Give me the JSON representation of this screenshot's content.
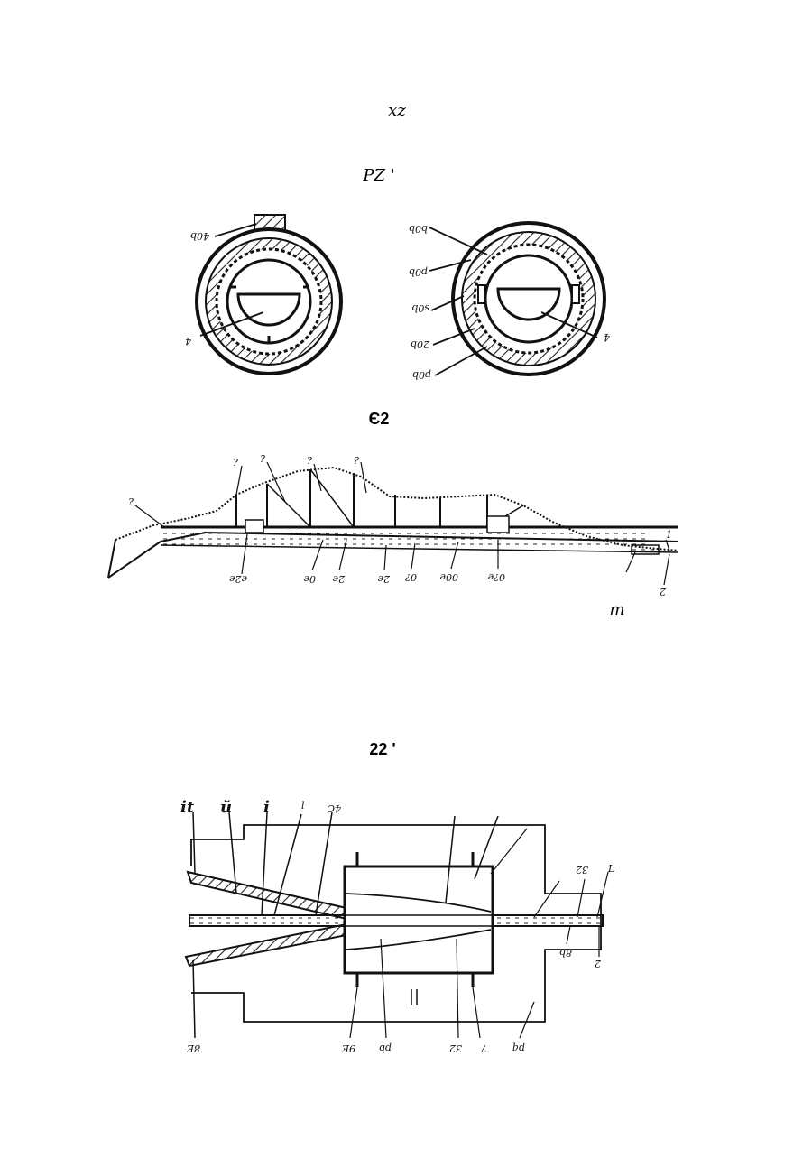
{
  "captions": {
    "top": "xz",
    "fig_top": "PZ '",
    "fig_mid": "Є2",
    "fig_mid_side": "m",
    "fig_bottom": "22 '"
  },
  "cross_sections": {
    "left_labels": [
      "40b",
      "4"
    ],
    "right_labels": [
      "b0b",
      "p0b",
      "s0b",
      "20b",
      "p0b",
      "4"
    ]
  },
  "profile": {
    "top_labels": [
      "?",
      "?",
      "?",
      "?"
    ],
    "left_label": "?",
    "bottom_labels": [
      "e2e",
      "0e",
      "2e",
      "2e",
      "0?",
      "00e",
      "0?e"
    ],
    "right_labels": [
      "1",
      "2"
    ]
  },
  "plan": {
    "top_labels": [
      "it",
      "ŭ",
      "i",
      "l",
      "4C",
      "32",
      "L"
    ],
    "bottom_labels": [
      "8E",
      "9E",
      "pb",
      "32",
      "7",
      "8b",
      "pq",
      "2"
    ]
  }
}
